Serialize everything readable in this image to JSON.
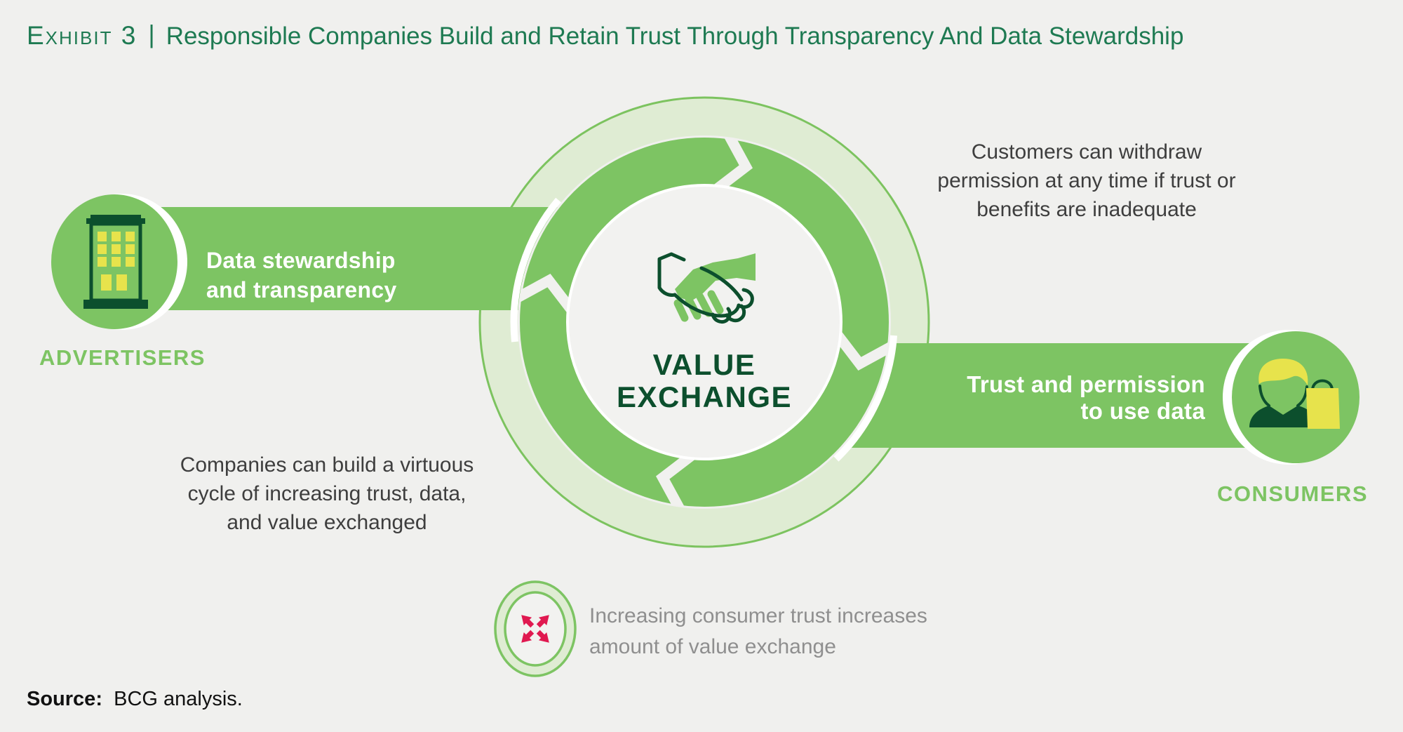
{
  "header": {
    "exhibit_label": "Exhibit 3",
    "separator": "|",
    "title": "Responsible Companies Build and Retain Trust Through Transparency And Data Stewardship"
  },
  "diagram": {
    "center": {
      "line1": "VALUE",
      "line2": "EXCHANGE",
      "icon": "handshake-icon"
    },
    "advertisers": {
      "entity_label": "ADVERTISERS",
      "icon": "building-icon",
      "banner_line1": "Data stewardship",
      "banner_line2": "and transparency"
    },
    "consumers": {
      "entity_label": "CONSUMERS",
      "icon": "shopper-icon",
      "banner_line1": "Trust and permission",
      "banner_line2": "to use data"
    },
    "annotations": {
      "top_right": {
        "line1": "Customers can withdraw",
        "line2": "permission at any time if trust or",
        "line3": "benefits are inadequate"
      },
      "bottom_left": {
        "line1": "Companies can build a virtuous",
        "line2": "cycle of increasing trust, data,",
        "line3": "and value exchanged"
      }
    },
    "legend": {
      "icon": "expanding-arrows-icon",
      "line1": "Increasing consumer trust increases",
      "line2": "amount of value exchange"
    }
  },
  "footer": {
    "source_label": "Source:",
    "source_text": "BCG analysis."
  },
  "colors": {
    "background": "#F0F0EE",
    "accent_green": "#7DC463",
    "pale_green": "#DFECD3",
    "ring_border_green": "#7CC35F",
    "dark_green": "#0C4F2D",
    "title_green": "#1E7A52",
    "highlight_yellow": "#E7E34C",
    "pink": "#E01950",
    "text_dark": "#3E3E3E",
    "text_grey": "#8F8F8F"
  }
}
